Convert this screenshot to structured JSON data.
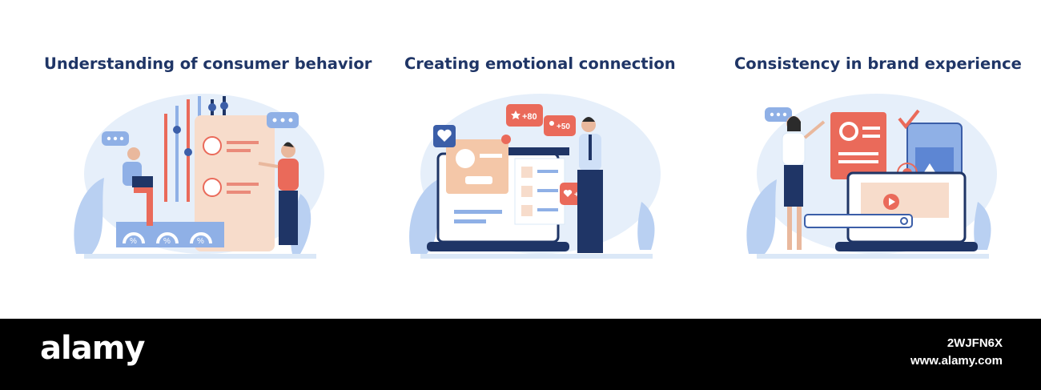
{
  "colors": {
    "navy": "#1f3566",
    "accent_red": "#ea6a5a",
    "peach": "#f7dccb",
    "light_blue": "#dbe8f7",
    "mid_blue": "#8fb0e6",
    "footer_bg": "#000000"
  },
  "panels": [
    {
      "title": "Understanding of consumer behavior",
      "icons": [
        "chat-bubble-icon",
        "person-avatar-icon",
        "percent-gauge-icon",
        "laptop-icon"
      ],
      "gauge_label": "%"
    },
    {
      "title": "Creating emotional connection",
      "icons": [
        "heart-icon",
        "star-icon",
        "user-icon",
        "close-icon"
      ],
      "badges": {
        "star": "+80",
        "follow": "+50",
        "heart": "+100"
      }
    },
    {
      "title": "Consistency in brand experience",
      "icons": [
        "checkmark-icon",
        "image-icon",
        "play-icon",
        "search-icon",
        "target-icon"
      ]
    }
  ],
  "footer": {
    "logo": "alamy",
    "image_id": "2WJFN6X",
    "url": "www.alamy.com"
  }
}
